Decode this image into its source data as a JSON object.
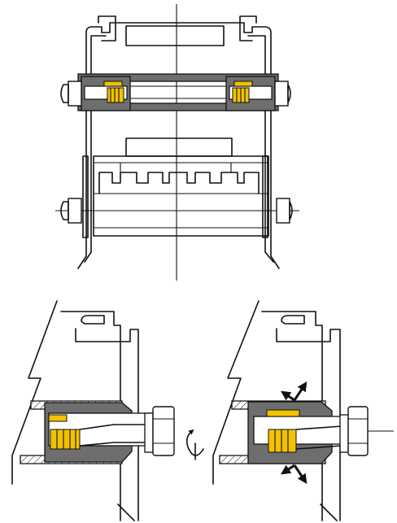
{
  "figure": {
    "panels": [
      "front-view",
      "side-section-before",
      "side-section-after"
    ],
    "colors": {
      "line": "#111111",
      "nut_yellow": "#f2c200",
      "sleeve_gray": "#6e6e6e",
      "background": "#ffffff"
    },
    "icons": [
      "rotation-arrow-icon",
      "expansion-arrow-icon"
    ]
  }
}
